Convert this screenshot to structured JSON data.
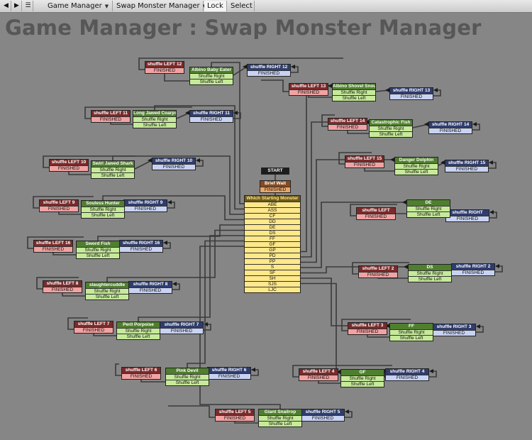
{
  "toolbar": {
    "back_icon": "◀",
    "forward_icon": "▶",
    "menu_icon": "☰",
    "tab1": "Game Manager",
    "tab2": "Swap Monster Manager",
    "lock": "Lock",
    "select": "Select"
  },
  "title": "Game Manager : Swap Monster Manager",
  "nodes": {
    "start": {
      "header": "START",
      "rows": []
    },
    "brief_wait": {
      "header": "Brief Wait",
      "rows": [
        "FINISHED"
      ]
    },
    "which": {
      "header": "Which Starting Monster",
      "rows": [
        "ABE",
        "ASS",
        "CF",
        "DD",
        "DE",
        "DS",
        "FF",
        "GF",
        "GP",
        "PD",
        "PP",
        "S",
        "SF",
        "SH",
        "SJS",
        "LJC"
      ]
    },
    "left": [
      {
        "header": "shuffle LEFT 12",
        "rows": [
          "FINISHED"
        ]
      },
      {
        "header": "shuffle LEFT 11",
        "rows": [
          "FINISHED"
        ]
      },
      {
        "header": "shuffle LEFT 10",
        "rows": [
          "FINISHED"
        ]
      },
      {
        "header": "shuffle LEFT 9",
        "rows": [
          "FINISHED"
        ]
      },
      {
        "header": "shuffle LEFT 16",
        "rows": [
          "FINISHED"
        ]
      },
      {
        "header": "shuffle LEFT 8",
        "rows": [
          "FINISHED"
        ]
      },
      {
        "header": "shuffle LEFT 7",
        "rows": [
          "FINISHED"
        ]
      },
      {
        "header": "shuffle LEFT 6",
        "rows": [
          "FINISHED"
        ]
      },
      {
        "header": "shuffle LEFT 5",
        "rows": [
          "FINISHED"
        ]
      },
      {
        "header": "shuffle LEFT 13",
        "rows": [
          "FINISHED"
        ]
      },
      {
        "header": "shuffle LEFT 14",
        "rows": [
          "FINISHED"
        ]
      },
      {
        "header": "shuffle LEFT 15",
        "rows": [
          "FINISHED"
        ]
      },
      {
        "header": "shuffle LEFT",
        "rows": [
          "FINISHED"
        ]
      },
      {
        "header": "shuffle LEFT 2",
        "rows": [
          "FINISHED"
        ]
      },
      {
        "header": "shuffle LEFT 3",
        "rows": [
          "FINISHED"
        ]
      },
      {
        "header": "shuffle LEFT 4",
        "rows": [
          "FINISHED"
        ]
      }
    ],
    "right": [
      {
        "header": "shuffle RIGHT 12",
        "rows": [
          "FINISHED"
        ]
      },
      {
        "header": "shuffle RIGHT 11",
        "rows": [
          "FINISHED"
        ]
      },
      {
        "header": "shuffle RIGHT 10",
        "rows": [
          "FINISHED"
        ]
      },
      {
        "header": "shuffle RIGHT 9",
        "rows": [
          "FINISHED"
        ]
      },
      {
        "header": "shuffle RIGHT 16",
        "rows": [
          "FINISHED"
        ]
      },
      {
        "header": "shuffle RIGHT 8",
        "rows": [
          "FINISHED"
        ]
      },
      {
        "header": "shuffle RIGHT 7",
        "rows": [
          "FINISHED"
        ]
      },
      {
        "header": "shuffle RIGHT 6",
        "rows": [
          "FINISHED"
        ]
      },
      {
        "header": "shuffle RIGHT 5",
        "rows": [
          "FINISHED"
        ]
      },
      {
        "header": "shuffle RIGHT 13",
        "rows": [
          "FINISHED"
        ]
      },
      {
        "header": "shuffle RIGHT 14",
        "rows": [
          "FINISHED"
        ]
      },
      {
        "header": "shuffle RIGHT 15",
        "rows": [
          "FINISHED"
        ]
      },
      {
        "header": "shuffle RIGHT",
        "rows": [
          "FINISHED"
        ]
      },
      {
        "header": "shuffle RIGHT 2",
        "rows": [
          "FINISHED"
        ]
      },
      {
        "header": "shuffle RIGHT 3",
        "rows": [
          "FINISHED"
        ]
      },
      {
        "header": "shuffle RIGHT 4",
        "rows": [
          "FINISHED"
        ]
      }
    ],
    "monster": [
      {
        "header": "Albino Baby Eater",
        "rows": [
          "Shuffle Right",
          "Shuffle Left"
        ]
      },
      {
        "header": "Long Jawed Coarpser",
        "rows": [
          "Shuffle Right",
          "Shuffle Left"
        ]
      },
      {
        "header": "Swirl Jawed Shark",
        "rows": [
          "Shuffle Right",
          "Shuffle Left"
        ]
      },
      {
        "header": "Souless Hunter",
        "rows": [
          "Shuffle Right",
          "Shuffle Left"
        ]
      },
      {
        "header": "Sword Fish",
        "rows": [
          "Shuffle Right",
          "Shuffle Left"
        ]
      },
      {
        "header": "slaughtercuddle",
        "rows": [
          "Shuffle Right",
          "Shuffle Left"
        ]
      },
      {
        "header": "Peril Porpoise",
        "rows": [
          "Shuffle Right",
          "Shuffle Left"
        ]
      },
      {
        "header": "Pink Devil",
        "rows": [
          "Shuffle Right",
          "Shuffle Left"
        ]
      },
      {
        "header": "Giant Snailrop",
        "rows": [
          "Shuffle Right",
          "Shuffle Left"
        ]
      },
      {
        "header": "Albino Shovel Snout",
        "rows": [
          "Shuffle Right",
          "Shuffle Left"
        ]
      },
      {
        "header": "Catastrophic Fish",
        "rows": [
          "Shuffle Right",
          "Shuffle Left"
        ]
      },
      {
        "header": "Danger Dolphin",
        "rows": [
          "Shuffle Right",
          "Shuffle Left"
        ]
      },
      {
        "header": "DE",
        "rows": [
          "Shuffle Right",
          "Shuffle Left"
        ]
      },
      {
        "header": "DS",
        "rows": [
          "Shuffle Right",
          "Shuffle Left"
        ]
      },
      {
        "header": "FF",
        "rows": [
          "Shuffle Right",
          "Shuffle Left"
        ]
      },
      {
        "header": "GF",
        "rows": [
          "Shuffle Right",
          "Shuffle Left"
        ]
      }
    ]
  },
  "colors": {
    "background": "#868686",
    "left_header": "#7a2a2a",
    "left_row": "#f2a2a2",
    "right_header": "#2f3d6e",
    "right_row": "#c8d2f2",
    "monster_header": "#4f7f2e",
    "monster_row": "#c6ea9a",
    "wire": "#3a3a3a",
    "title": "#575757"
  }
}
